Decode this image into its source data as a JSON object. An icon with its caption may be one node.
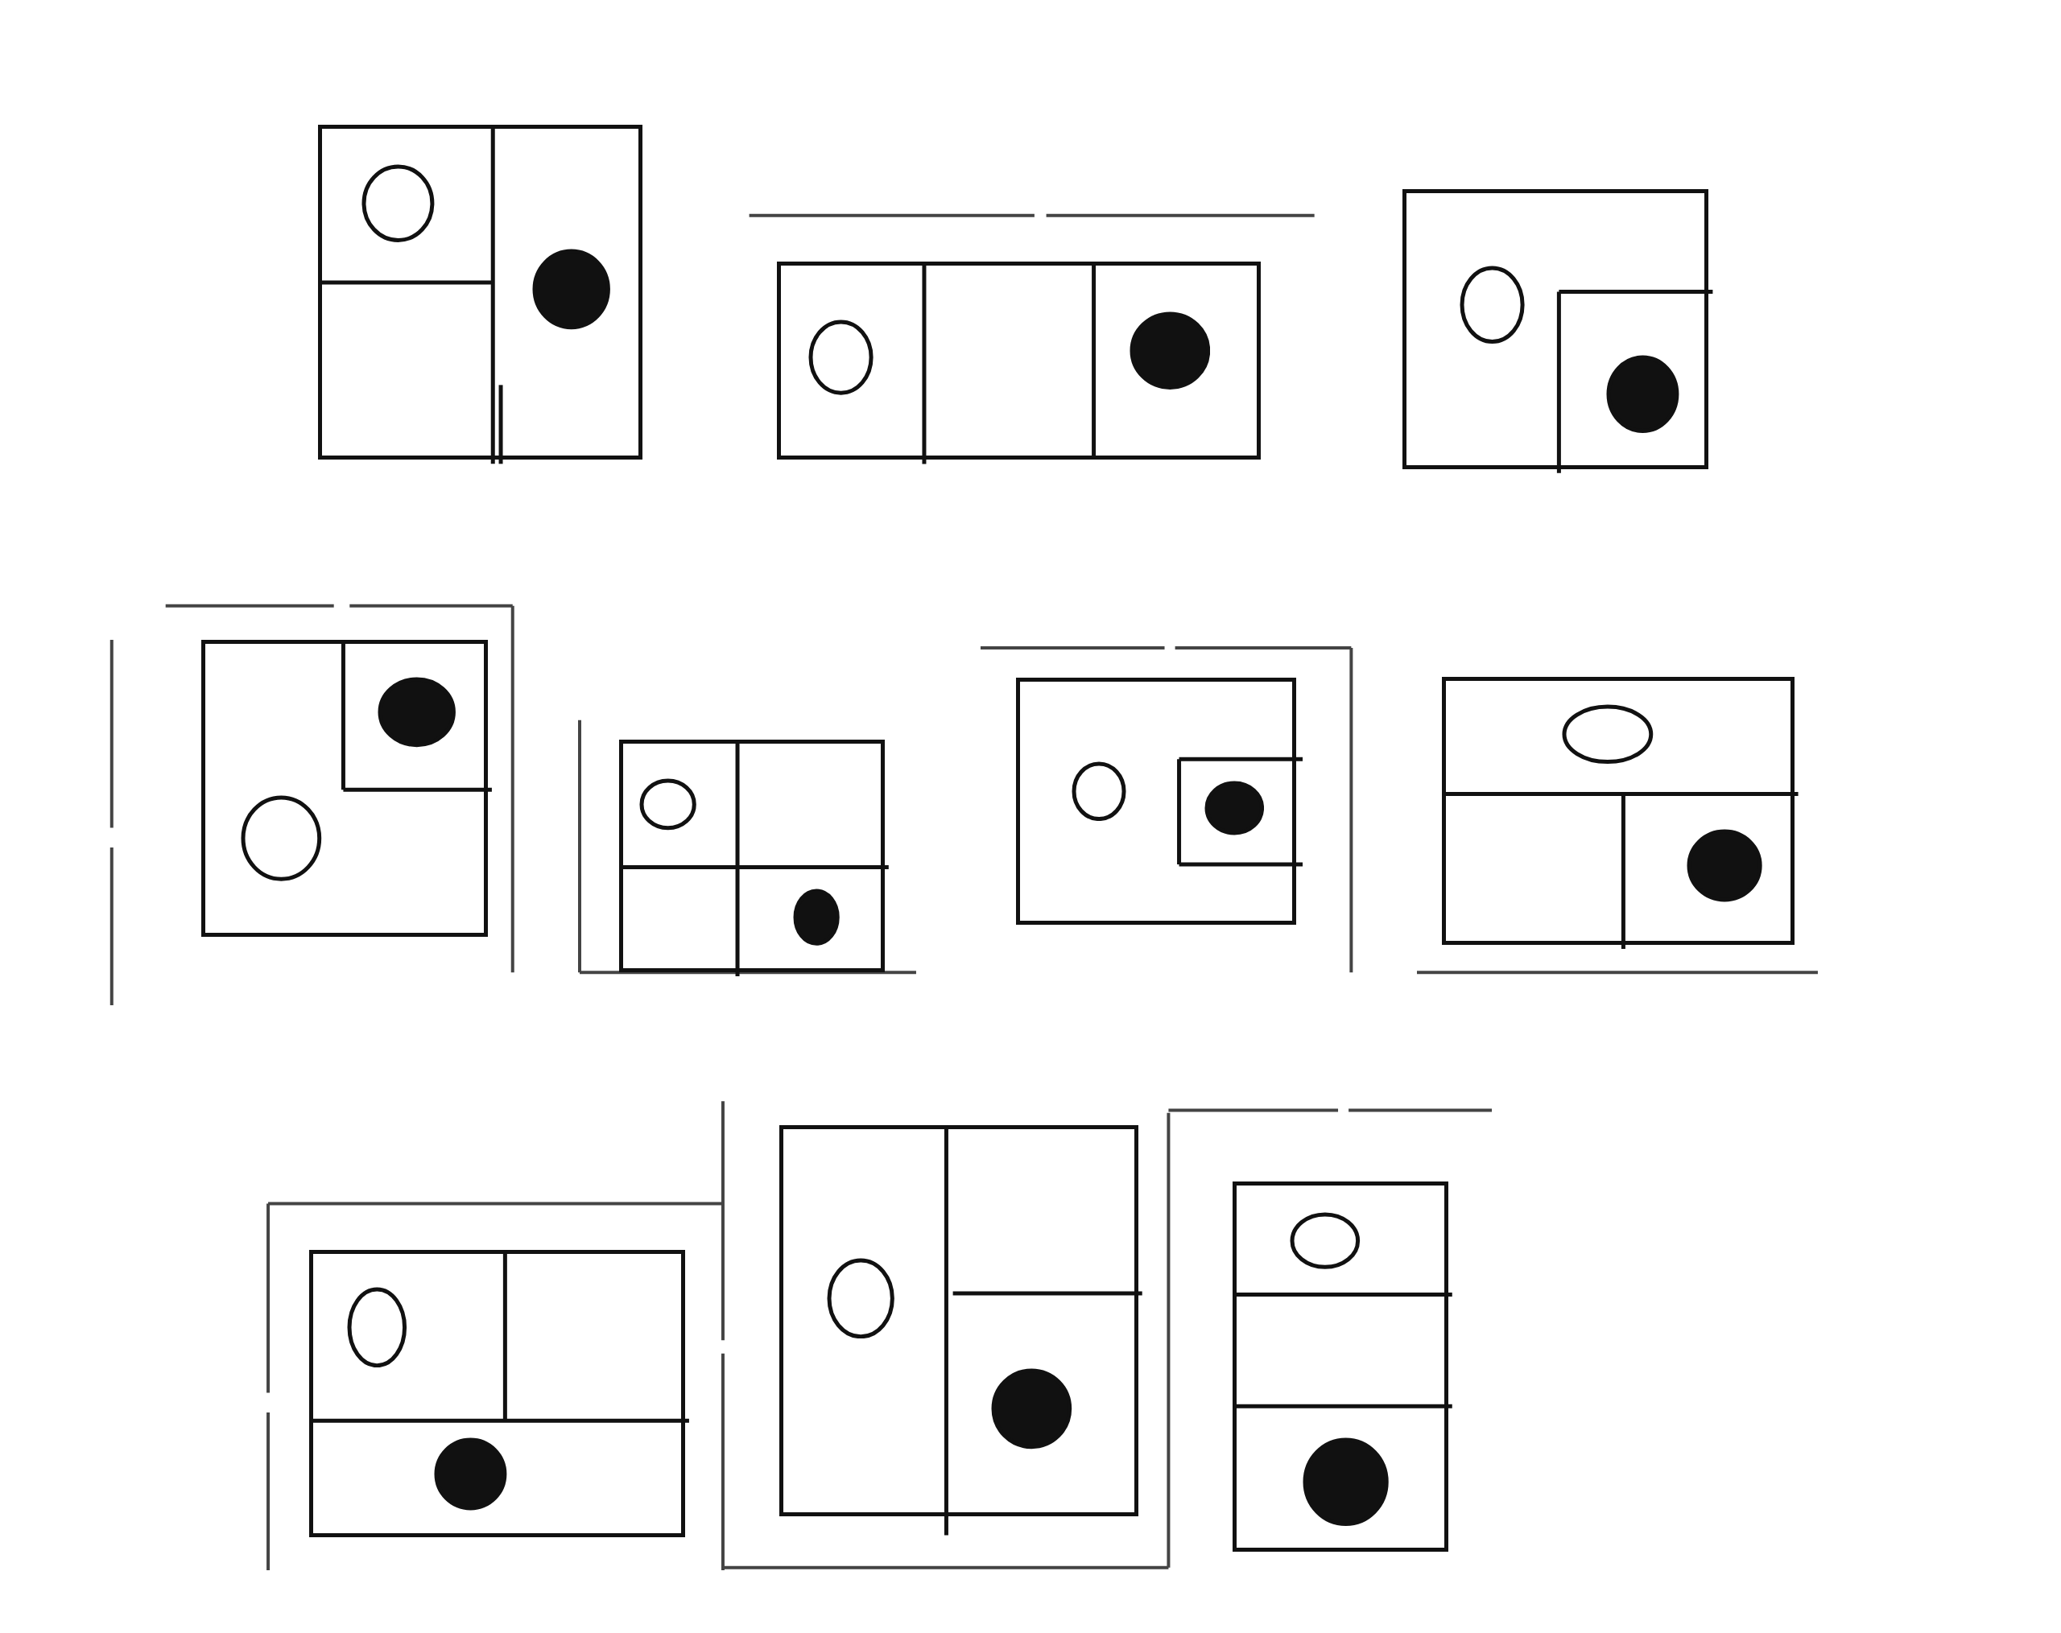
{
  "diagram": {
    "nodes": [
      {
        "text": [],
        "shape": "box"
      },
      {
        "text": [],
        "shape": "circle",
        "in": 0
      },
      {
        "text": [],
        "shape": "dot",
        "in": 0
      },
      {
        "text": [],
        "shape": "box"
      },
      {
        "text": [],
        "shape": "circle",
        "in": 3
      },
      {
        "text": [],
        "shape": "dot",
        "in": 3
      },
      {
        "text": [],
        "shape": "box"
      },
      {
        "text": [],
        "shape": "circle",
        "in": 6
      },
      {
        "text": [],
        "shape": "dot",
        "in": 6
      },
      {
        "text": [],
        "shape": "box"
      },
      {
        "text": [],
        "shape": "dot",
        "in": 9
      },
      {
        "text": [],
        "shape": "circle",
        "in": 9
      },
      {
        "text": [],
        "shape": "box"
      },
      {
        "text": [],
        "shape": "circle",
        "in": 12
      },
      {
        "text": [],
        "shape": "dot",
        "in": 12
      },
      {
        "text": [],
        "shape": "box"
      },
      {
        "text": [],
        "shape": "circle",
        "in": 15
      },
      {
        "text": [],
        "shape": "dot",
        "in": 15
      },
      {
        "text": [],
        "shape": "box"
      },
      {
        "text": [],
        "shape": "circle",
        "in": 18
      },
      {
        "text": [],
        "shape": "dot",
        "in": 18
      },
      {
        "text": [],
        "shape": "box"
      },
      {
        "text": [],
        "shape": "circle",
        "in": 21
      },
      {
        "text": [],
        "shape": "dot",
        "in": 21
      },
      {
        "text": [],
        "shape": "box"
      },
      {
        "text": [],
        "shape": "circle",
        "in": 24
      },
      {
        "text": [],
        "shape": "dot",
        "in": 24
      },
      {
        "text": [],
        "shape": "box"
      },
      {
        "text": [],
        "shape": "circle",
        "in": 27
      },
      {
        "text": [],
        "shape": "dot",
        "in": 27
      }
    ]
  }
}
